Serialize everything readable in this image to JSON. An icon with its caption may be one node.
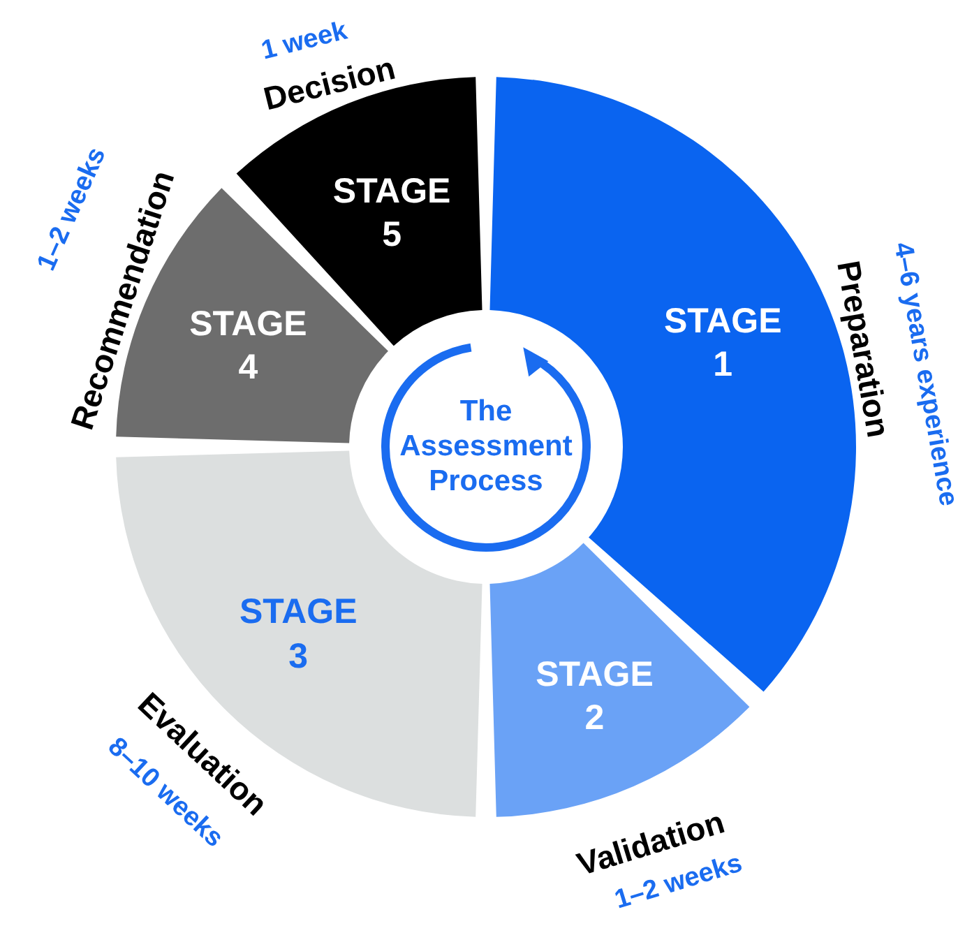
{
  "diagram": {
    "nodes": [
      {
        "text": [
          "STAGE 1"
        ],
        "beside": [
          "Preparation",
          "4–6 years experience"
        ]
      },
      {
        "text": [
          "STAGE 2"
        ],
        "beside": [
          "Validation",
          "1–2 weeks"
        ]
      },
      {
        "text": [
          "STAGE 3"
        ],
        "beside": [
          "Evaluation",
          "8–10 weeks"
        ]
      },
      {
        "text": [
          "STAGE 4"
        ],
        "beside": [
          "Recommendation",
          "1–2 weeks"
        ]
      },
      {
        "text": [
          "STAGE 5"
        ],
        "beside": [
          "Decision",
          "1 week"
        ]
      },
      {
        "text": [
          "The Assessment Process"
        ]
      }
    ]
  }
}
